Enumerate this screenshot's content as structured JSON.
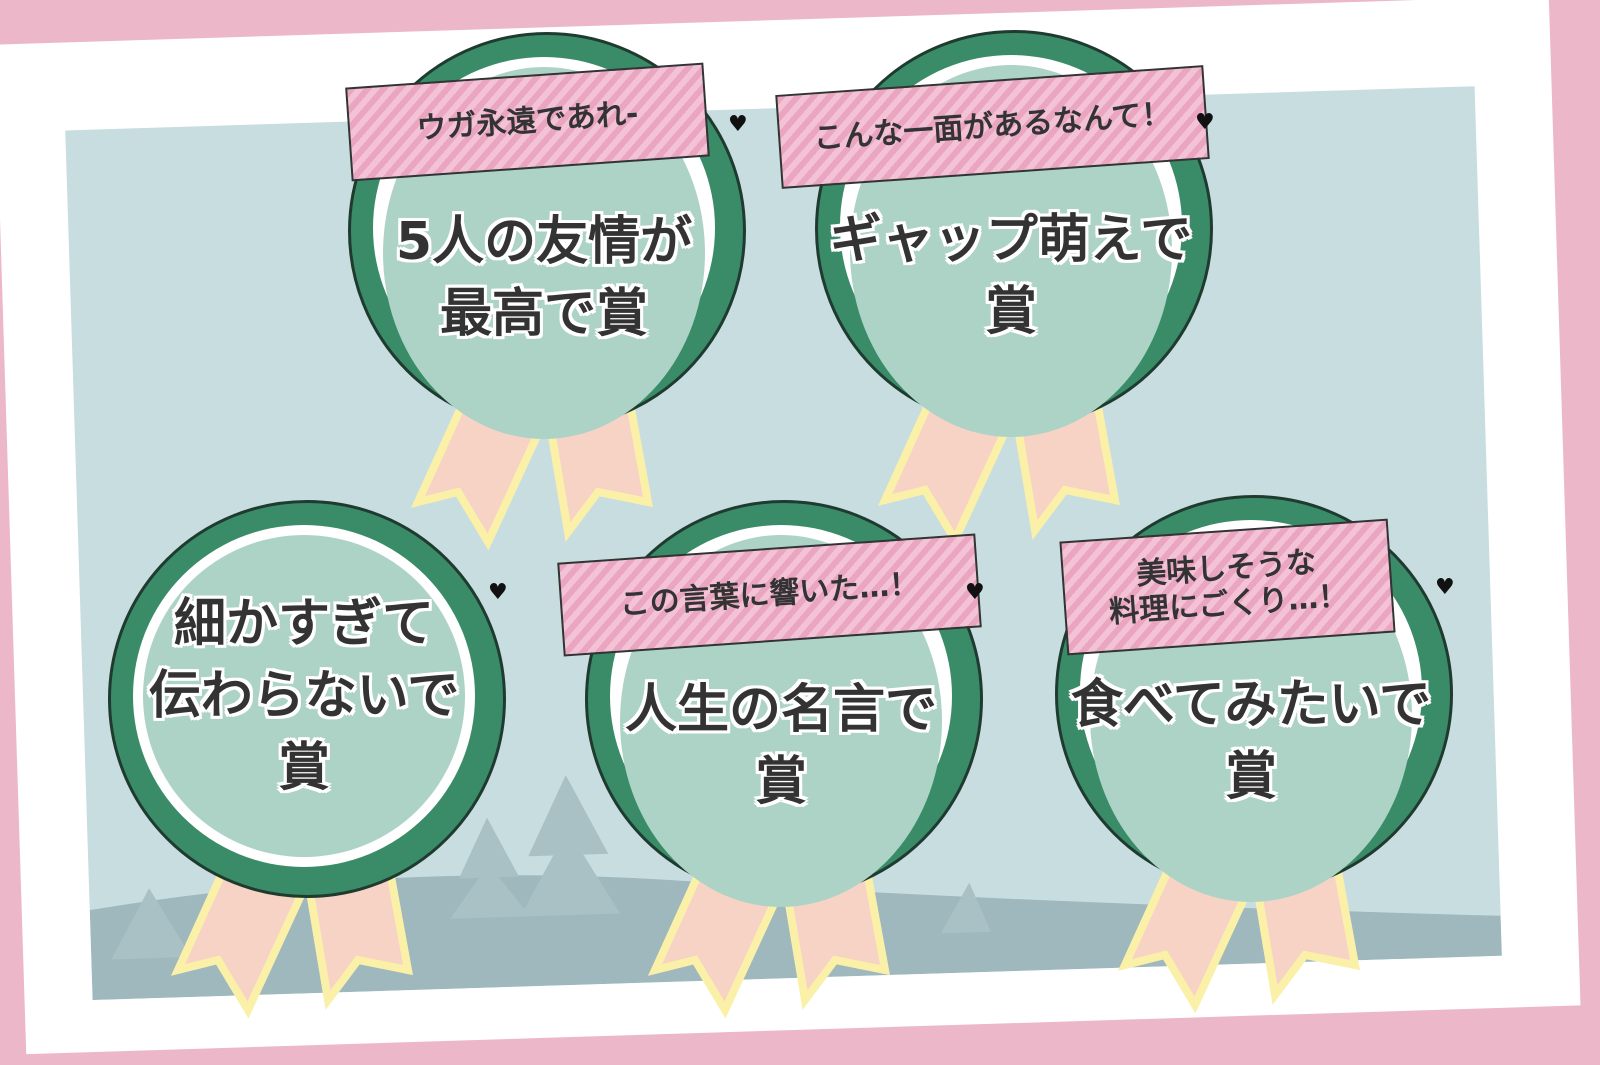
{
  "awards": [
    {
      "tape": [
        "ウガ永遠であれ-"
      ],
      "lines": [
        "5人の友情が",
        "最高で賞"
      ]
    },
    {
      "tape": [
        "こんな一面があるなんて！"
      ],
      "lines": [
        "ギャップ萌えで",
        "賞"
      ]
    },
    {
      "tape": [],
      "lines": [
        "細かすぎて",
        "伝わらないで",
        "賞"
      ]
    },
    {
      "tape": [
        "この言葉に響いた…！"
      ],
      "lines": [
        "人生の名言で",
        "賞"
      ]
    },
    {
      "tape": [
        "美味しそうな",
        "料理にごくり…！"
      ],
      "lines": [
        "食べてみたいで",
        "賞"
      ]
    }
  ],
  "colors": {
    "background": "#ecb7c9",
    "panel": "#c8dde0",
    "badge_green": "#3a8c68",
    "badge_inner": "#acd3c6",
    "ribbon": "#f7d3c6",
    "ribbon_border": "#fbf0a8"
  }
}
